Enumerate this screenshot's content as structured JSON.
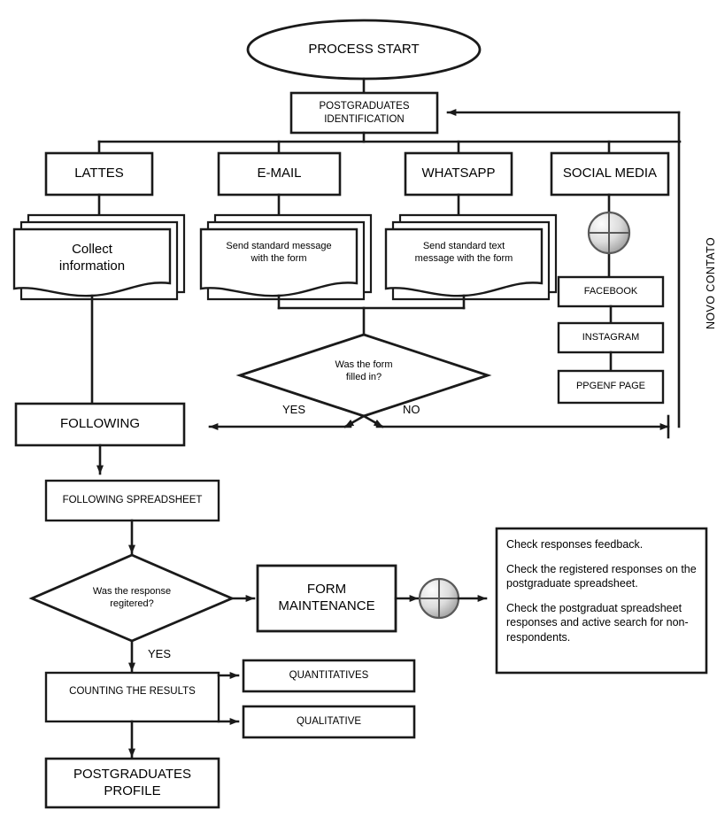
{
  "diagram": {
    "title": "Postgraduates data collection process flowchart",
    "colors": {
      "stroke": "#1a1a1a",
      "fill": "#ffffff",
      "connector_fill_light": "#f2f2f2",
      "connector_fill_dark": "#9e9e9e",
      "background": "#ffffff"
    }
  },
  "nodes": {
    "process_start": {
      "label": "PROCESS START",
      "shape": "ellipse"
    },
    "postgraduates_identification": {
      "label": "POSTGRADUATES\nIDENTIFICATION",
      "shape": "rect"
    },
    "lattes": {
      "label": "LATTES",
      "shape": "rect"
    },
    "email": {
      "label": "E-MAIL",
      "shape": "rect"
    },
    "whatsapp": {
      "label": "WHATSAPP",
      "shape": "rect"
    },
    "social_media": {
      "label": "SOCIAL MEDIA",
      "shape": "rect"
    },
    "collect_information": {
      "label": "Collect\ninformation",
      "shape": "multidocument"
    },
    "send_standard_message": {
      "label": "Send standard message\nwith the form",
      "shape": "multidocument"
    },
    "send_standard_text_message": {
      "label": "Send standard text\nmessage with the form",
      "shape": "multidocument"
    },
    "facebook": {
      "label": "FACEBOOK",
      "shape": "rect"
    },
    "instagram": {
      "label": "INSTAGRAM",
      "shape": "rect"
    },
    "ppgenf_page": {
      "label": "PPGENF PAGE",
      "shape": "rect"
    },
    "form_filled_decision": {
      "label": "Was the form\nfilled in?",
      "shape": "diamond"
    },
    "following": {
      "label": "FOLLOWING",
      "shape": "rect"
    },
    "following_spreadsheet": {
      "label": "FOLLOWING SPREADSHEET",
      "shape": "rect"
    },
    "response_registered_decision": {
      "label": "Was the response\nregitered?",
      "shape": "diamond"
    },
    "form_maintenance": {
      "label": "FORM\nMAINTENANCE",
      "shape": "rect"
    },
    "counting_the_results": {
      "label": "COUNTING THE RESULTS",
      "shape": "rect"
    },
    "quantitatives": {
      "label": "QUANTITATIVES",
      "shape": "rect"
    },
    "qualitative": {
      "label": "QUALITATIVE",
      "shape": "rect"
    },
    "postgraduates_profile": {
      "label": "POSTGRADUATES\nPROFILE",
      "shape": "rect"
    },
    "connector_social_media": {
      "label": "",
      "shape": "circle-connector"
    },
    "connector_form_maintenance": {
      "label": "",
      "shape": "circle-connector"
    }
  },
  "notes": {
    "maintenance_note": {
      "lines": [
        "Check responses feedback.",
        "Check the registered responses on the postgraduate spreadsheet.",
        "Check the postgraduat spreadsheet responses and active search for non-respondents."
      ]
    }
  },
  "edge_labels": {
    "yes_form": "YES",
    "no_form": "NO",
    "yes_registered": "YES",
    "novo_contato": "NOVO CONTATO"
  }
}
